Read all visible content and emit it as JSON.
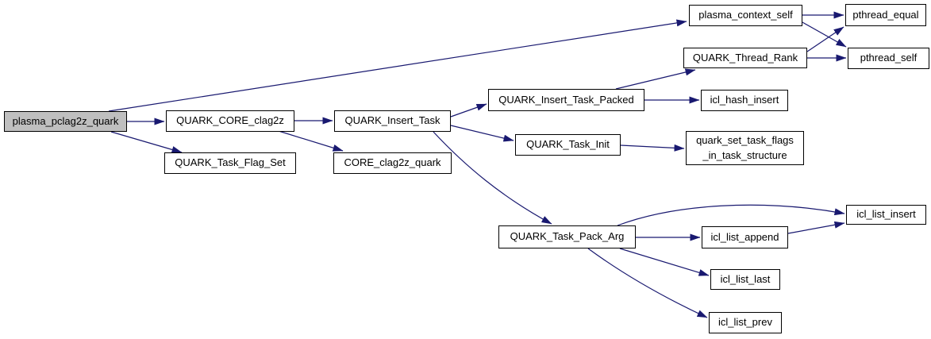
{
  "diagram": {
    "type": "call-graph",
    "colors": {
      "background": "#ffffff",
      "edge": "#191970",
      "node_border": "#000000",
      "node_fill": "#ffffff",
      "highlighted_node_fill": "#bfbfbf",
      "text": "#000000"
    },
    "nodes": [
      {
        "id": "plasma_pclag2z_quark",
        "label": "plasma_pclag2z_quark",
        "highlighted": true
      },
      {
        "id": "QUARK_CORE_clag2z",
        "label": "QUARK_CORE_clag2z",
        "highlighted": false
      },
      {
        "id": "QUARK_Task_Flag_Set",
        "label": "QUARK_Task_Flag_Set",
        "highlighted": false
      },
      {
        "id": "QUARK_Insert_Task",
        "label": "QUARK_Insert_Task",
        "highlighted": false
      },
      {
        "id": "CORE_clag2z_quark",
        "label": "CORE_clag2z_quark",
        "highlighted": false
      },
      {
        "id": "QUARK_Insert_Task_Packed",
        "label": "QUARK_Insert_Task_Packed",
        "highlighted": false
      },
      {
        "id": "QUARK_Task_Init",
        "label": "QUARK_Task_Init",
        "highlighted": false
      },
      {
        "id": "quark_set_task_flags_in_task_structure",
        "label": "quark_set_task_flags\n_in_task_structure",
        "highlighted": false
      },
      {
        "id": "plasma_context_self",
        "label": "plasma_context_self",
        "highlighted": false
      },
      {
        "id": "QUARK_Thread_Rank",
        "label": "QUARK_Thread_Rank",
        "highlighted": false
      },
      {
        "id": "pthread_equal",
        "label": "pthread_equal",
        "highlighted": false
      },
      {
        "id": "pthread_self",
        "label": "pthread_self",
        "highlighted": false
      },
      {
        "id": "icl_hash_insert",
        "label": "icl_hash_insert",
        "highlighted": false
      },
      {
        "id": "QUARK_Task_Pack_Arg",
        "label": "QUARK_Task_Pack_Arg",
        "highlighted": false
      },
      {
        "id": "icl_list_append",
        "label": "icl_list_append",
        "highlighted": false
      },
      {
        "id": "icl_list_last",
        "label": "icl_list_last",
        "highlighted": false
      },
      {
        "id": "icl_list_prev",
        "label": "icl_list_prev",
        "highlighted": false
      },
      {
        "id": "icl_list_insert",
        "label": "icl_list_insert",
        "highlighted": false
      }
    ],
    "edges": [
      {
        "from": "plasma_pclag2z_quark",
        "to": "QUARK_CORE_clag2z"
      },
      {
        "from": "plasma_pclag2z_quark",
        "to": "QUARK_Task_Flag_Set"
      },
      {
        "from": "plasma_pclag2z_quark",
        "to": "plasma_context_self"
      },
      {
        "from": "QUARK_CORE_clag2z",
        "to": "QUARK_Insert_Task"
      },
      {
        "from": "QUARK_CORE_clag2z",
        "to": "CORE_clag2z_quark"
      },
      {
        "from": "QUARK_Insert_Task",
        "to": "QUARK_Insert_Task_Packed"
      },
      {
        "from": "QUARK_Insert_Task",
        "to": "QUARK_Task_Init"
      },
      {
        "from": "QUARK_Insert_Task",
        "to": "QUARK_Task_Pack_Arg"
      },
      {
        "from": "QUARK_Insert_Task_Packed",
        "to": "QUARK_Thread_Rank"
      },
      {
        "from": "QUARK_Insert_Task_Packed",
        "to": "icl_hash_insert"
      },
      {
        "from": "QUARK_Task_Init",
        "to": "quark_set_task_flags_in_task_structure"
      },
      {
        "from": "plasma_context_self",
        "to": "pthread_equal"
      },
      {
        "from": "plasma_context_self",
        "to": "pthread_self"
      },
      {
        "from": "QUARK_Thread_Rank",
        "to": "pthread_equal"
      },
      {
        "from": "QUARK_Thread_Rank",
        "to": "pthread_self"
      },
      {
        "from": "QUARK_Task_Pack_Arg",
        "to": "icl_list_insert"
      },
      {
        "from": "QUARK_Task_Pack_Arg",
        "to": "icl_list_append"
      },
      {
        "from": "QUARK_Task_Pack_Arg",
        "to": "icl_list_last"
      },
      {
        "from": "QUARK_Task_Pack_Arg",
        "to": "icl_list_prev"
      },
      {
        "from": "icl_list_append",
        "to": "icl_list_insert"
      }
    ]
  }
}
